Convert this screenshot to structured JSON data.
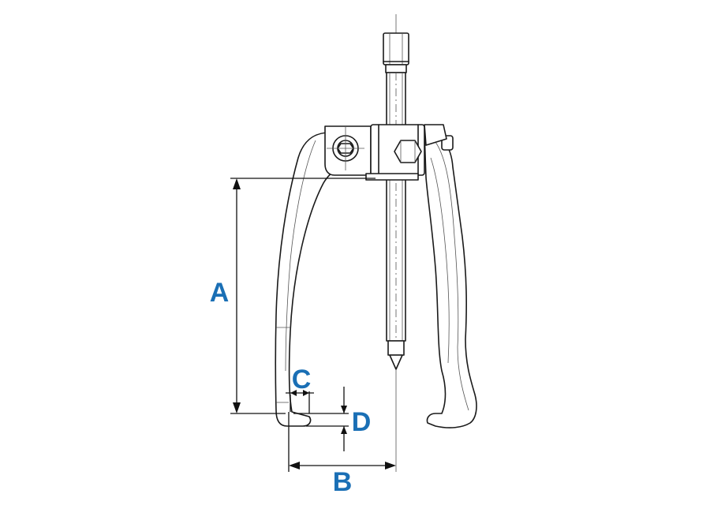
{
  "diagram": {
    "labels": {
      "a": "A",
      "b": "B",
      "c": "C",
      "d": "D"
    },
    "label_color": "#1a6fb5",
    "line_color": "#1a1a1a"
  }
}
